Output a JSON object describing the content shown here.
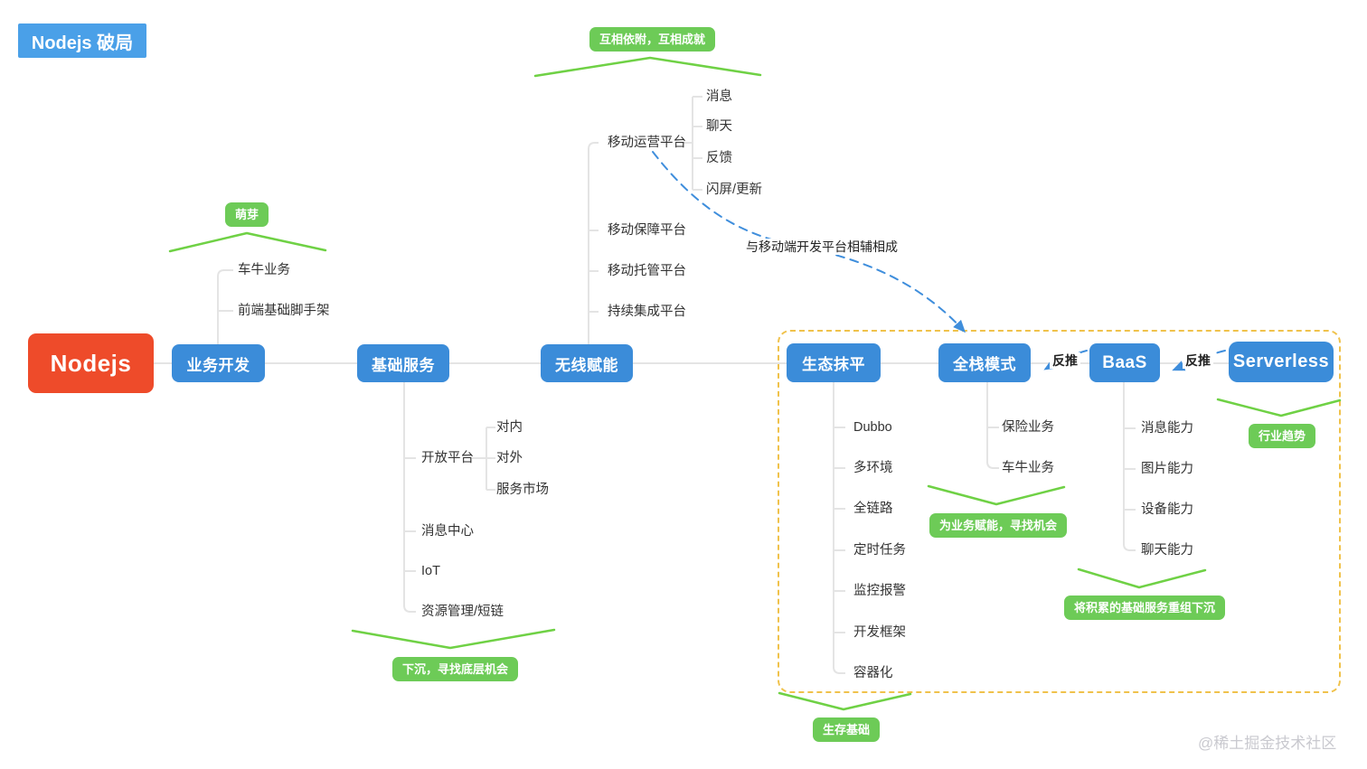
{
  "header": {
    "title": "Nodejs 破局"
  },
  "root": {
    "label": "Nodejs"
  },
  "colors": {
    "node_blue": "#3b8cd9",
    "title_blue": "#4aa0e8",
    "root_orange": "#ee4b2a",
    "badge_green": "#6dcb57",
    "line_green": "#6fd145",
    "dashed_blue": "#3f8edc",
    "container_yellow": "#f0c24b",
    "connector_gray": "#e4e4e4",
    "text_dark": "#333333",
    "watermark_gray": "#c9c9cf"
  },
  "branches": {
    "business": {
      "label": "业务开发",
      "badge": "萌芽",
      "children": [
        "车牛业务",
        "前端基础脚手架"
      ]
    },
    "infra": {
      "label": "基础服务",
      "badge": "下沉，寻找底层机会",
      "children": [
        "开放平台",
        "消息中心",
        "IoT",
        "资源管理/短链"
      ],
      "open_platform_children": [
        "对内",
        "对外",
        "服务市场"
      ]
    },
    "wireless": {
      "label": "无线赋能",
      "badge": "互相依附，互相成就",
      "children": [
        "移动运营平台",
        "移动保障平台",
        "移动托管平台",
        "持续集成平台"
      ],
      "mobile_ops_children": [
        "消息",
        "聊天",
        "反馈",
        "闪屏/更新"
      ]
    },
    "ecosystem": {
      "label": "生态抹平",
      "badge": "生存基础",
      "children": [
        "Dubbo",
        "多环境",
        "全链路",
        "定时任务",
        "监控报警",
        "开发框架",
        "容器化"
      ]
    },
    "fullstack": {
      "label": "全栈模式",
      "badge": "为业务赋能，寻找机会",
      "children": [
        "保险业务",
        "车牛业务"
      ]
    },
    "baas": {
      "label": "BaaS",
      "badge": "将积累的基础服务重组下沉",
      "children": [
        "消息能力",
        "图片能力",
        "设备能力",
        "聊天能力"
      ]
    },
    "serverless": {
      "label": "Serverless",
      "badge": "行业趋势"
    }
  },
  "annotations": {
    "mobile_link": "与移动端开发平台相辅相成",
    "reverse_push_1": "反推",
    "reverse_push_2": "反推"
  },
  "watermark": "@稀土掘金技术社区"
}
